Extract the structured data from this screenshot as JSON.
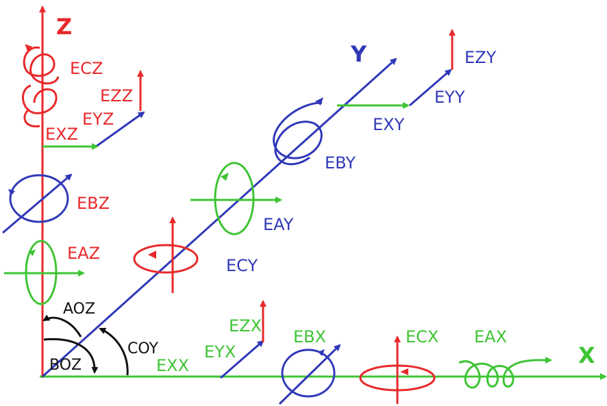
{
  "colors": {
    "red": "#e8292b",
    "green": "#3ec434",
    "blue": "#3038b8",
    "black": "#111111"
  },
  "axes": {
    "z": "Z",
    "y": "Y",
    "x": "X"
  },
  "labels": {
    "ECZ": "ECZ",
    "EZZ": "EZZ",
    "EYZ": "EYZ",
    "EXZ": "EXZ",
    "EBZ": "EBZ",
    "EAZ": "EAZ",
    "EZY": "EZY",
    "EYY": "EYY",
    "EXY": "EXY",
    "EBY": "EBY",
    "EAY": "EAY",
    "ECY": "ECY",
    "EZX": "EZX",
    "EYX": "EYX",
    "EXX": "EXX",
    "EBX": "EBX",
    "ECX": "ECX",
    "EAX": "EAX"
  },
  "angles": {
    "AOZ": "AOZ",
    "BOZ": "BOZ",
    "COY": "COY"
  }
}
